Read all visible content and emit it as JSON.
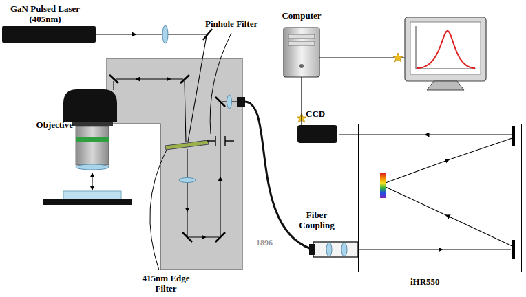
{
  "diagram": {
    "nodes": [
      {
        "text": [
          "GaN Pulsed Laser (405nm)"
        ]
      },
      {
        "text": [
          "Computer"
        ]
      },
      {
        "text": [
          "CCD"
        ]
      },
      {
        "text": [
          "iHR550"
        ]
      }
    ],
    "edges": [
      {
        "from": 1,
        "to": 2,
        "arrow": "none"
      }
    ],
    "labels": [
      "Pinhole Filter",
      "Objective",
      "Fiber Coupling",
      "415nm Edge Filter",
      "1896"
    ]
  }
}
